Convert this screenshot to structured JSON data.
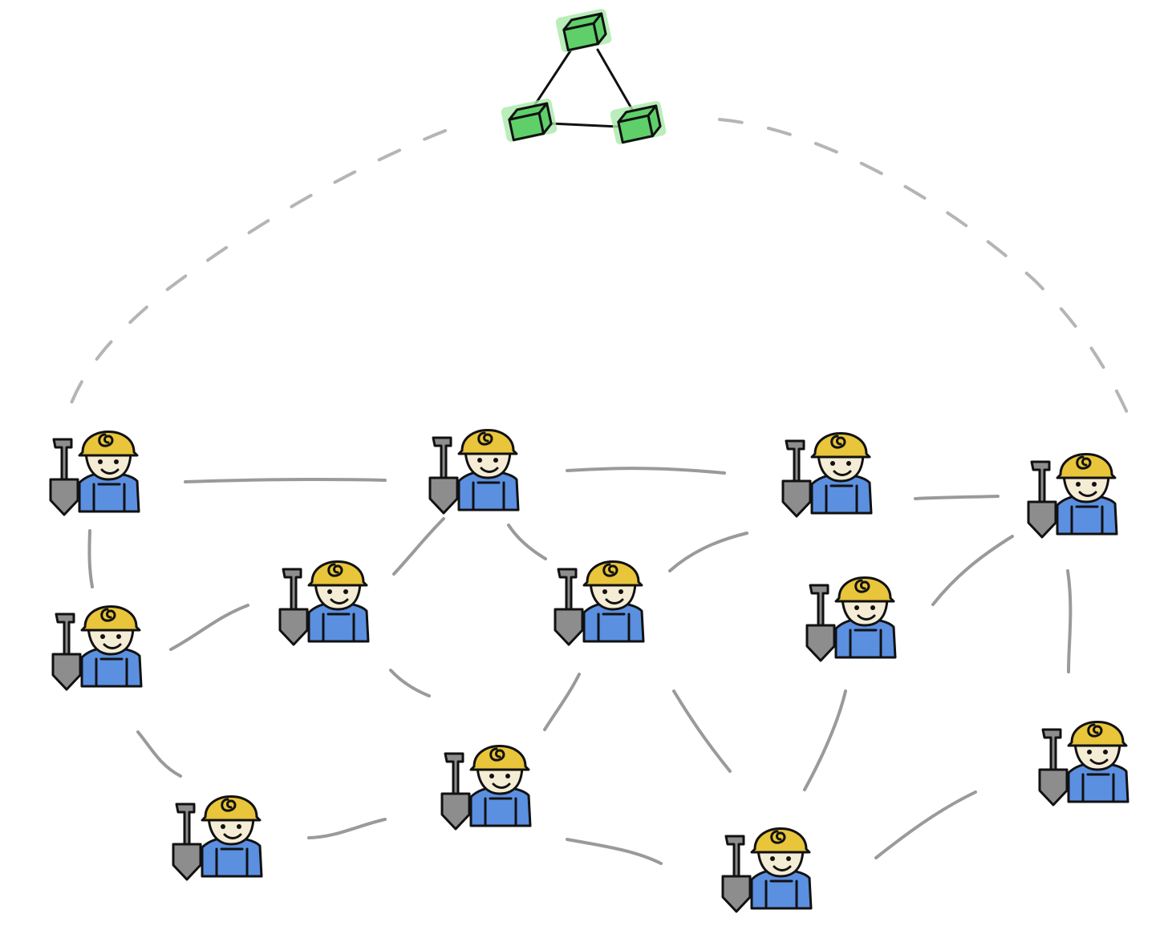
{
  "diagram": {
    "kind": "peer-to-peer miner network",
    "colors": {
      "block": "#5fcf6a",
      "block_glow": "#a8e8a8",
      "helmet": "#e8c53a",
      "shirt": "#5b8fe0",
      "shovel": "#8d8d8d",
      "skin": "#f4ecd4",
      "link": "#9a9a9a",
      "dashed_link": "#b5b5b5"
    },
    "icons": {
      "miner": "miner-icon",
      "block": "block-icon"
    },
    "blockchain": {
      "blocks": [
        {
          "id": "block-top"
        },
        {
          "id": "block-left"
        },
        {
          "id": "block-right"
        }
      ]
    },
    "miners": [
      {
        "id": "m1"
      },
      {
        "id": "m2"
      },
      {
        "id": "m3"
      },
      {
        "id": "m4"
      },
      {
        "id": "m5"
      },
      {
        "id": "m6"
      },
      {
        "id": "m7"
      },
      {
        "id": "m8"
      },
      {
        "id": "m9"
      },
      {
        "id": "m10"
      },
      {
        "id": "m11"
      },
      {
        "id": "m12"
      },
      {
        "id": "m13"
      }
    ],
    "peer_links": [
      [
        "m1",
        "m2"
      ],
      [
        "m2",
        "m3"
      ],
      [
        "m3",
        "m4"
      ],
      [
        "m1",
        "m5"
      ],
      [
        "m5",
        "m6"
      ],
      [
        "m6",
        "m2"
      ],
      [
        "m2",
        "m7"
      ],
      [
        "m7",
        "m3"
      ],
      [
        "m4",
        "m8"
      ],
      [
        "m4",
        "m12"
      ],
      [
        "m5",
        "m9"
      ],
      [
        "m6",
        "m10"
      ],
      [
        "m7",
        "m10"
      ],
      [
        "m7",
        "m11"
      ],
      [
        "m8",
        "m11"
      ],
      [
        "m9",
        "m10"
      ],
      [
        "m10",
        "m11"
      ],
      [
        "m11",
        "m13"
      ]
    ],
    "chain_links": [
      [
        "block-left",
        "m1"
      ],
      [
        "block-right",
        "m4"
      ]
    ]
  }
}
